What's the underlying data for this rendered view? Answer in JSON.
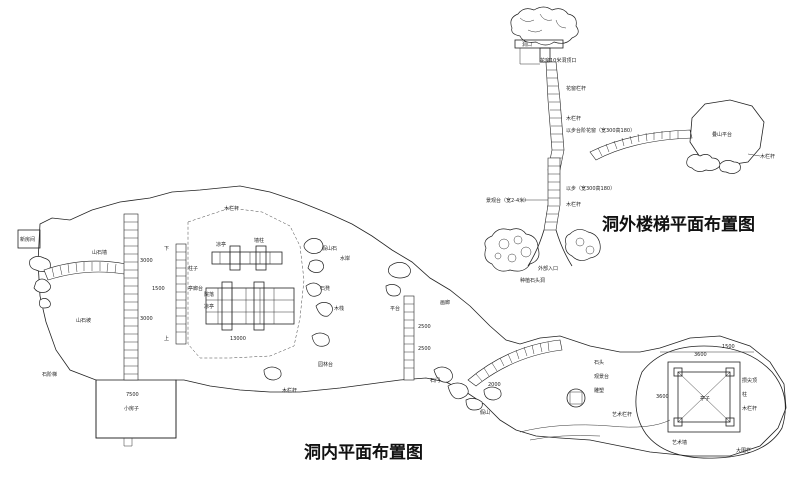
{
  "titles": {
    "outer_stairs": "洞外楼梯平面布置图",
    "inner_plan": "洞内平面布置图"
  },
  "labels": {
    "cave_mouth": "洞口",
    "flower_pot": "花窗10米洞顶口",
    "flower_window": "花窗栏杆",
    "railing_a": "木栏杆",
    "railing_b": "木栏杆",
    "platform_note": "以步台阶花窗（宽300高180）",
    "rockery_platform": "叠山平台",
    "step_note": "以步（宽300高180）",
    "wood_seat": "木栏杆",
    "tree_note": "景观台（宽2-4米）",
    "rock_plant": "种植石头洞",
    "entrance": "外部入口",
    "stone_wall": "山石墙",
    "stone_slope": "山石坡",
    "small_house": "小房子",
    "new_room": "新房间",
    "stone_stairs": "石阶梯",
    "pillar": "柱子",
    "arch_stage": "亭廊台",
    "pavilion": "凉亭",
    "courtyard": "院落",
    "pavilion_2": "凉亭",
    "rockery": "假山石",
    "stone_bench": "石凳",
    "wood_board": "木栈",
    "wall_pillar": "墙柱",
    "water_edge": "水岸",
    "garden_stage": "园林台",
    "platform_2": "平台",
    "gallery": "画廊",
    "stone_gate": "石门",
    "rockery_2": "假山",
    "dimension_1": "1500",
    "dimension_2": "3000",
    "dimension_3": "13000",
    "dimension_4": "3000",
    "dimension_5": "2500",
    "dimension_6": "7500",
    "dimension_7": "2500",
    "dimension_8": "3600",
    "dimension_9": "1500",
    "dimension_10": "2000",
    "dimension_11": "3600",
    "pavilion_label": "亭子",
    "pavilion_roof": "攒尖顶",
    "pavilion_col": "柱",
    "arc_wall": "艺术墙",
    "lake": "大围栏",
    "wood_railing": "木栏杆",
    "stone_2": "石头",
    "viewing": "观景台",
    "art_railing": "艺术栏杆",
    "sculpture_1": "雕塑",
    "direction_up": "上",
    "direction_down": "下"
  }
}
